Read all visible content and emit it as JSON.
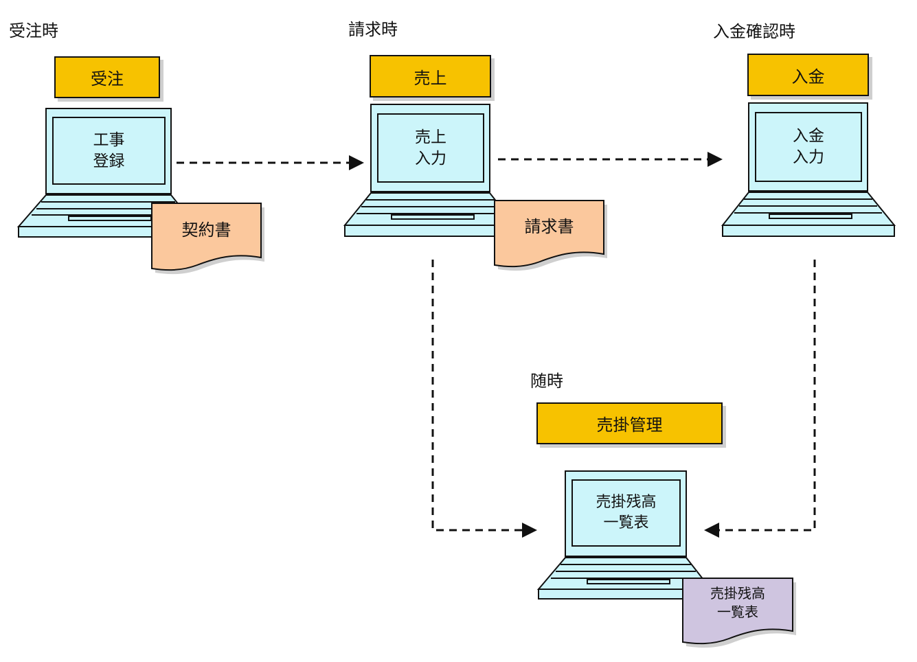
{
  "colors": {
    "phase_box_fill": "#f7c200",
    "screen_fill": "#ccf5fa",
    "laptop_fill": "#ccf5fa",
    "document_orange": "#fbc89d",
    "document_purple": "#cfc5e0",
    "outline": "#111111"
  },
  "stages": {
    "order": {
      "time_label": "受注時",
      "phase": "受注",
      "screen": [
        "工事",
        "登録"
      ],
      "document": [
        "契約書"
      ]
    },
    "invoice": {
      "time_label": "請求時",
      "phase": "売上",
      "screen": [
        "売上",
        "入力"
      ],
      "document": [
        "請求書"
      ]
    },
    "payment": {
      "time_label": "入金確認時",
      "phase": "入金",
      "screen": [
        "入金",
        "入力"
      ]
    },
    "anytime": {
      "time_label": "随時",
      "phase": "売掛管理",
      "screen": [
        "売掛残高",
        "一覧表"
      ],
      "document": [
        "売掛残高",
        "一覧表"
      ]
    }
  },
  "flows": [
    {
      "from": "order",
      "to": "invoice"
    },
    {
      "from": "invoice",
      "to": "payment"
    },
    {
      "from": "invoice",
      "to": "anytime"
    },
    {
      "from": "payment",
      "to": "anytime"
    }
  ]
}
